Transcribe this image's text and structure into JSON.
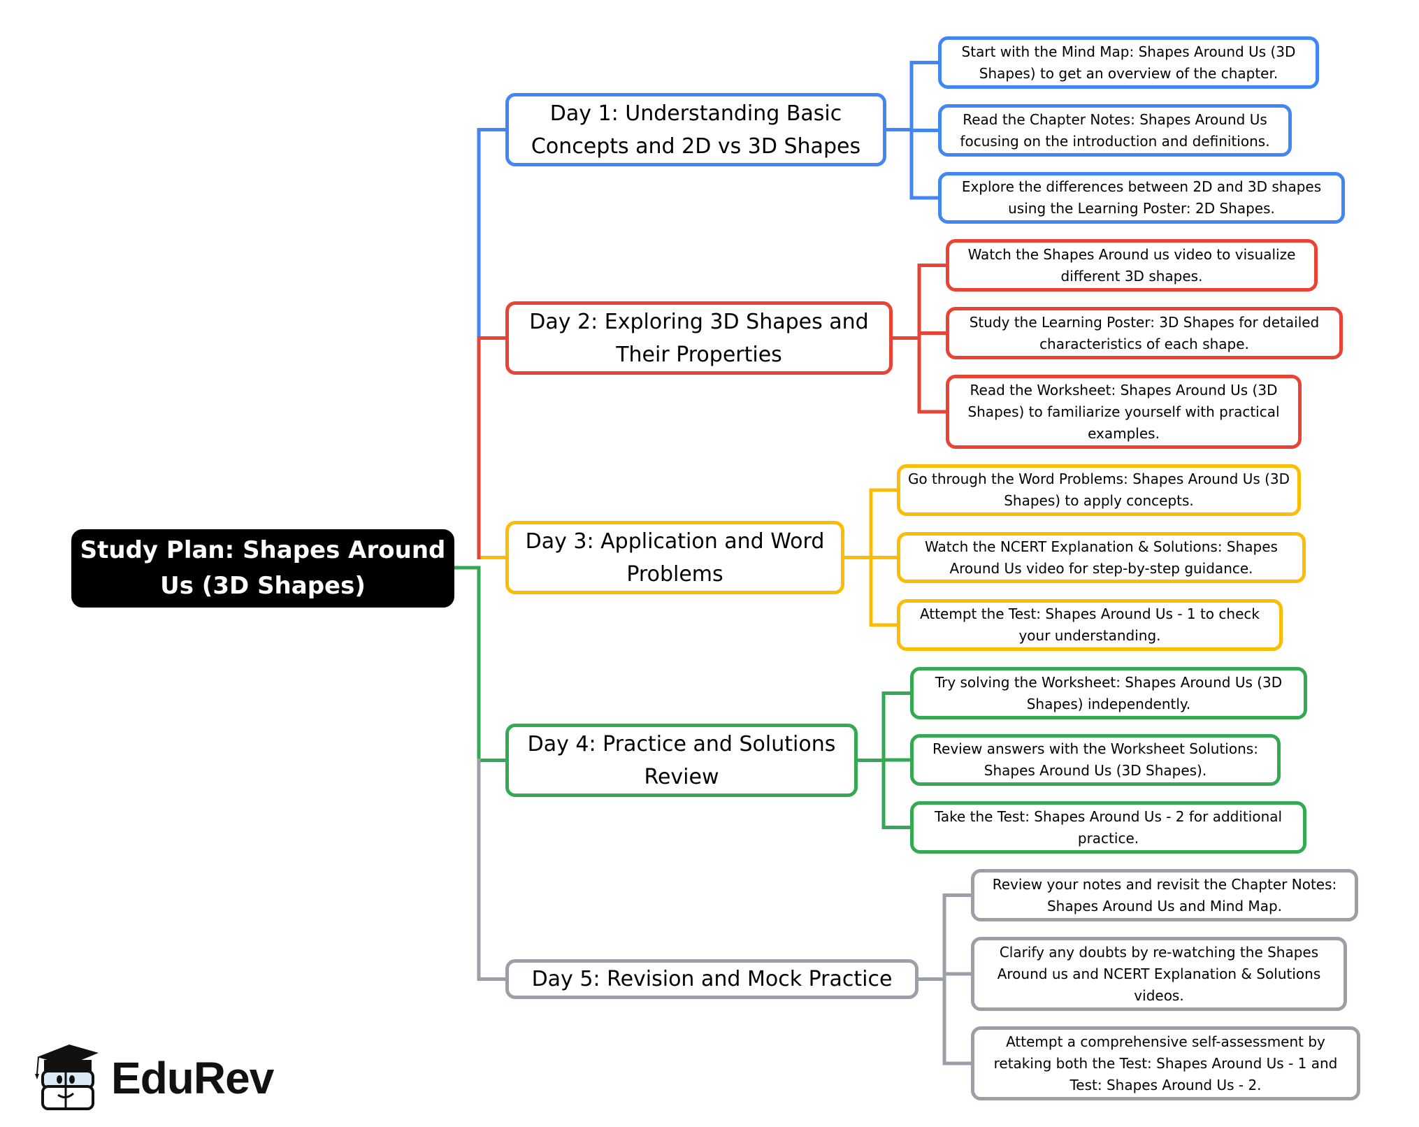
{
  "root": {
    "label": "Study Plan: Shapes Around Us (3D Shapes)",
    "color": "#000000"
  },
  "days": [
    {
      "label": "Day 1: Understanding Basic Concepts and 2D vs 3D Shapes",
      "color": "#4285f4",
      "tasks": [
        "Start with the Mind Map: Shapes Around Us (3D Shapes) to get an overview of the chapter.",
        "Read the Chapter Notes: Shapes Around Us focusing on the introduction and definitions.",
        "Explore the differences between 2D and 3D shapes using the Learning Poster: 2D Shapes."
      ]
    },
    {
      "label": "Day 2: Exploring 3D Shapes and Their Properties",
      "color": "#ea4335",
      "tasks": [
        "Watch the Shapes Around us video to visualize different 3D shapes.",
        "Study the Learning Poster: 3D Shapes for detailed characteristics of each shape.",
        "Read the Worksheet: Shapes Around Us (3D Shapes) to familiarize yourself with practical examples."
      ]
    },
    {
      "label": "Day 3: Application and Word Problems",
      "color": "#fbbc05",
      "tasks": [
        "Go through the Word Problems: Shapes Around Us (3D Shapes) to apply concepts.",
        "Watch the NCERT Explanation & Solutions: Shapes Around Us video for step-by-step guidance.",
        "Attempt the Test: Shapes Around Us - 1 to check your understanding."
      ]
    },
    {
      "label": "Day 4: Practice and Solutions Review",
      "color": "#34a853",
      "tasks": [
        "Try solving the Worksheet: Shapes Around Us (3D Shapes) independently.",
        "Review answers with the Worksheet Solutions: Shapes Around Us (3D Shapes).",
        "Take the Test: Shapes Around Us - 2 for additional practice."
      ]
    },
    {
      "label": "Day 5: Revision and Mock Practice",
      "color": "#9aa0a6",
      "tasks": [
        "Review your notes and revisit the Chapter Notes: Shapes Around Us and Mind Map.",
        "Clarify any doubts by re-watching the Shapes Around us and NCERT Explanation & Solutions videos.",
        "Attempt a comprehensive self-assessment by retaking both the Test: Shapes Around Us - 1 and Test: Shapes Around Us - 2."
      ]
    }
  ],
  "logo": {
    "text": "EduRev",
    "icon": "graduation-cap-mascot-icon"
  }
}
